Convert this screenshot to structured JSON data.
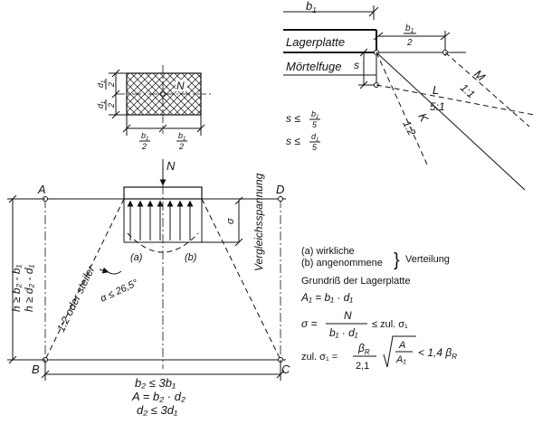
{
  "detail": {
    "b1": "b",
    "b1_sub": "1",
    "b1_half_num": "b",
    "b1_half_sub": "1",
    "b1_half_den": "2",
    "lagerplatte": "Lagerplatte",
    "moertelfuge": "Mörtelfuge",
    "s": "s",
    "line_M": "M",
    "ratio_M": "1:1",
    "line_L": "L",
    "ratio_L": "5:1",
    "line_K": "K",
    "ratio_K": "1:2",
    "cond1_lhs": "s ≤",
    "cond1_num": "b",
    "cond1_num_sub": "1",
    "cond1_den": "5",
    "cond2_lhs": "s ≤",
    "cond2_num": "d",
    "cond2_num_sub": "1",
    "cond2_den": "5"
  },
  "plan": {
    "N": "N",
    "d1_num": "d",
    "d1_sub": "1",
    "half_den": "2",
    "b1_num": "b",
    "b1_sub": "1"
  },
  "main": {
    "N": "N",
    "A": "A",
    "B": "B",
    "C": "C",
    "D": "D",
    "sigma": "σ",
    "vergleich": "Vergleichsspannung",
    "label_a": "(a)",
    "label_b": "(b)",
    "steiler": "1:2 oder steiler",
    "alpha": "α ≤ 26,5°",
    "h1": "h ≥ b₂ - b₁",
    "h2": "h ≥ d₂ - d₁",
    "b2": "b₂ ≤ 3b₁",
    "A_eq": "A = b₂ · d₂",
    "d2": "d₂ ≤ 3d₁"
  },
  "legend": {
    "a": "(a) wirkliche",
    "b": "(b) angenommene",
    "verteilung": "Verteilung",
    "grundriss": "Grundriß der Lagerplatte",
    "A1": "A₁ = b₁ · d₁",
    "sigma_lhs": "σ =",
    "sigma_num": "N",
    "sigma_den": "b₁ · d₁",
    "sigma_rhs": "≤ zul. σ₁",
    "zul_lhs": "zul. σ₁ =",
    "zul_num": "β",
    "zul_num_sub": "R",
    "zul_den": "2,1",
    "root_num": "A",
    "root_den": "A₁",
    "zul_rhs": "< 1,4 β",
    "zul_rhs_sub": "R"
  }
}
